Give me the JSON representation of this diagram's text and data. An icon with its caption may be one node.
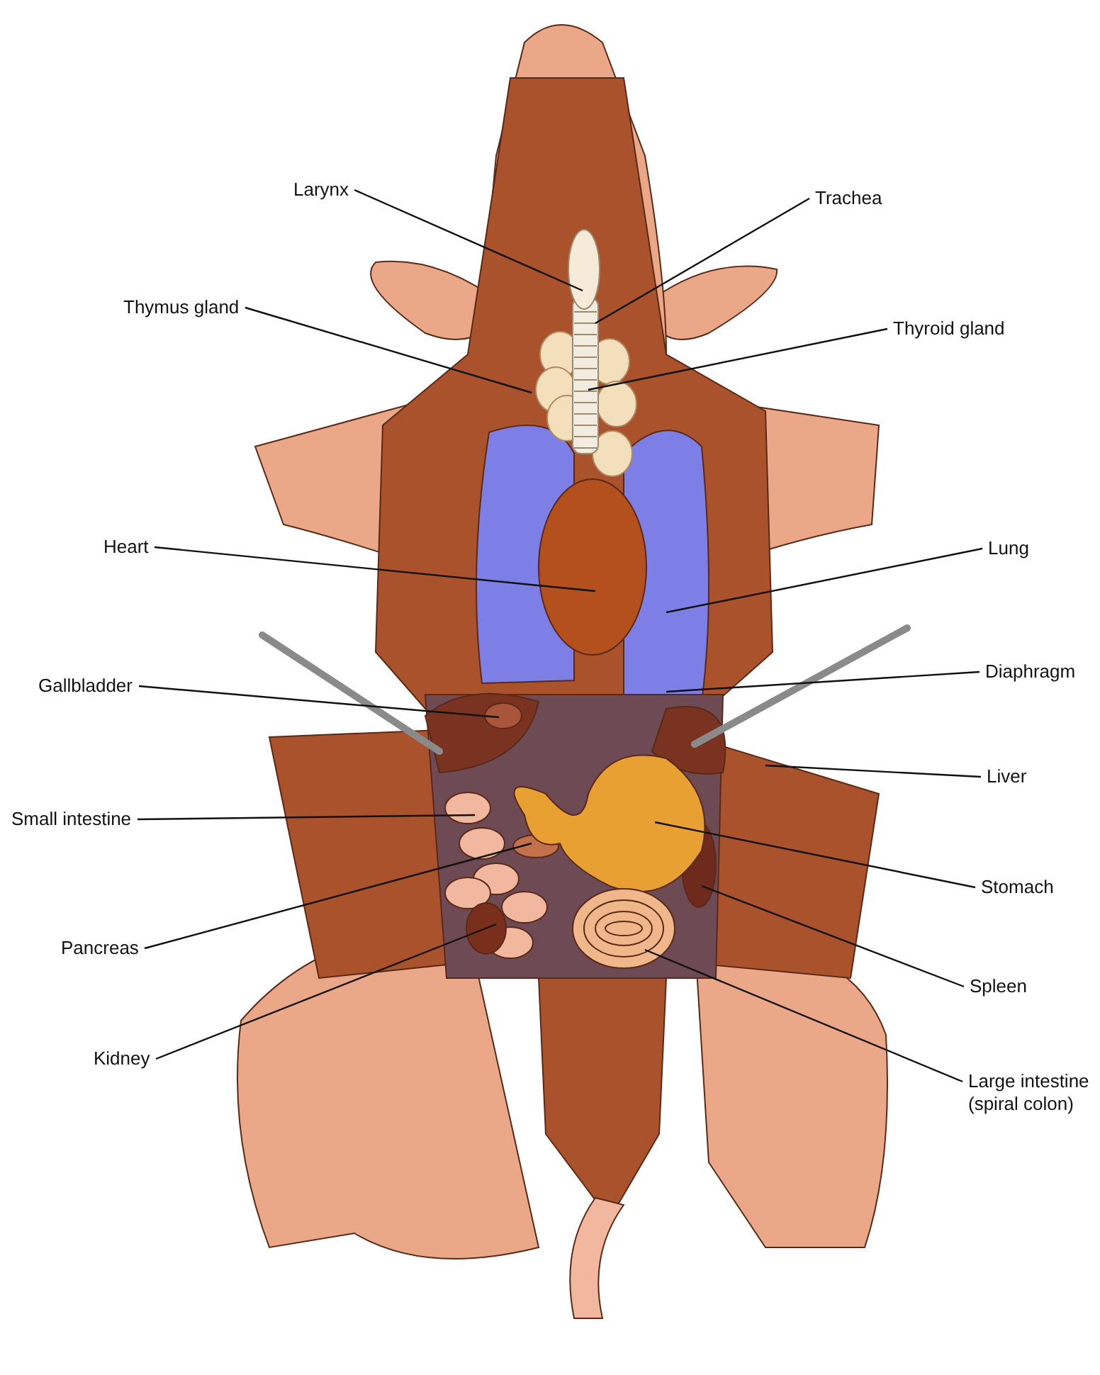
{
  "diagram": {
    "nodes": [
      {
        "text": [
          "Larynx"
        ]
      },
      {
        "text": [
          "Trachea"
        ]
      },
      {
        "text": [
          "Thymus gland"
        ]
      },
      {
        "text": [
          "Thyroid gland"
        ]
      },
      {
        "text": [
          "Heart"
        ]
      },
      {
        "text": [
          "Lung"
        ]
      },
      {
        "text": [
          "Gallbladder"
        ]
      },
      {
        "text": [
          "Diaphragm"
        ]
      },
      {
        "text": [
          "Liver"
        ]
      },
      {
        "text": [
          "Small intestine"
        ]
      },
      {
        "text": [
          "Stomach"
        ]
      },
      {
        "text": [
          "Pancreas"
        ]
      },
      {
        "text": [
          "Spleen"
        ]
      },
      {
        "text": [
          "Kidney"
        ]
      },
      {
        "text": [
          "Large intestine (spiral colon)"
        ]
      }
    ],
    "edges": [
      {
        "from": 0,
        "to": null,
        "arrow": "none"
      },
      {
        "from": 1,
        "to": null,
        "arrow": "none"
      },
      {
        "from": 2,
        "to": null,
        "arrow": "none"
      },
      {
        "from": 3,
        "to": null,
        "arrow": "none"
      },
      {
        "from": 4,
        "to": null,
        "arrow": "none"
      },
      {
        "from": 5,
        "to": null,
        "arrow": "none"
      },
      {
        "from": 6,
        "to": null,
        "arrow": "none"
      },
      {
        "from": 7,
        "to": null,
        "arrow": "none"
      },
      {
        "from": 8,
        "to": null,
        "arrow": "none"
      },
      {
        "from": 9,
        "to": null,
        "arrow": "none"
      },
      {
        "from": 10,
        "to": null,
        "arrow": "none"
      },
      {
        "from": 11,
        "to": null,
        "arrow": "none"
      },
      {
        "from": 12,
        "to": null,
        "arrow": "none"
      },
      {
        "from": 13,
        "to": null,
        "arrow": "none"
      },
      {
        "from": 14,
        "to": null,
        "arrow": "none"
      }
    ]
  }
}
